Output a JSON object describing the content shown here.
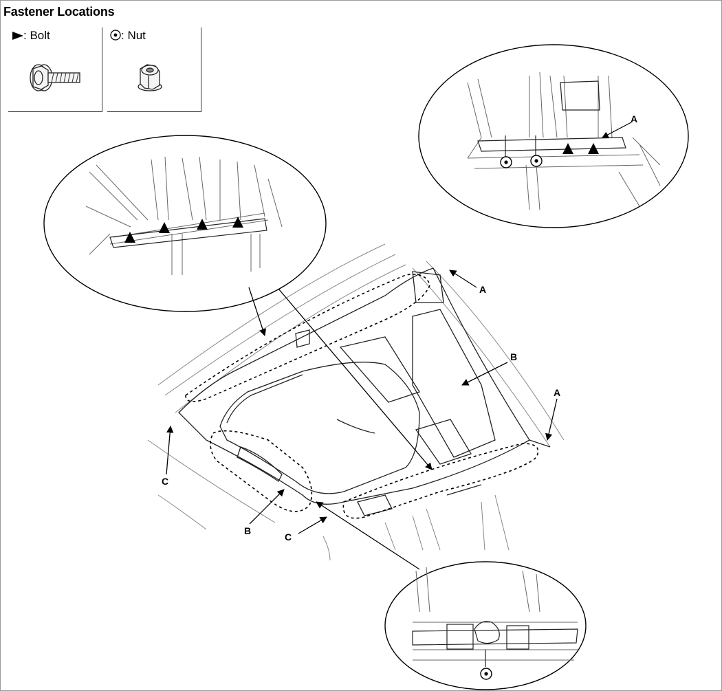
{
  "title": "Fastener Locations",
  "legend": {
    "bolt_label": ": Bolt",
    "nut_label": ": Nut"
  },
  "callouts": {
    "a": "A",
    "b": "B",
    "c": "C"
  }
}
